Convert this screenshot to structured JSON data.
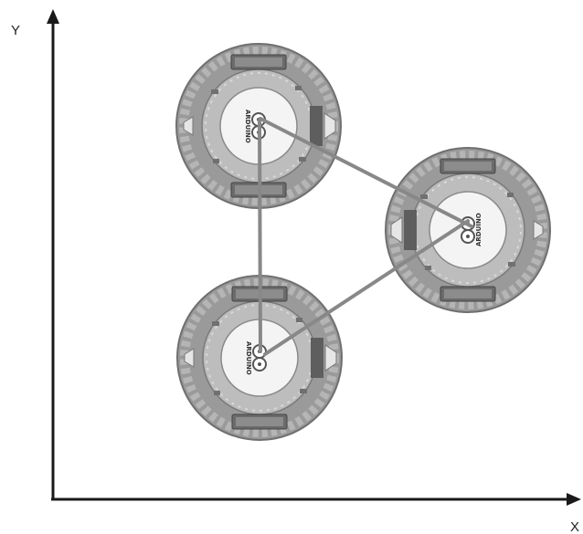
{
  "axes": {
    "y_label": "Y",
    "x_label": "X",
    "axis_color": "#1a1a1a"
  },
  "robots": [
    {
      "id": "robot-top-left",
      "brand_text": "ARDUINO"
    },
    {
      "id": "robot-right",
      "brand_text": "ARDUINO"
    },
    {
      "id": "robot-bottom-left",
      "brand_text": "ARDUINO"
    }
  ],
  "colors": {
    "board": "#9a9a9a",
    "board_dark": "#6f6f6f",
    "inner_ring": "#c9c9c9",
    "center": "#f4f4f4",
    "link": "#888888"
  }
}
